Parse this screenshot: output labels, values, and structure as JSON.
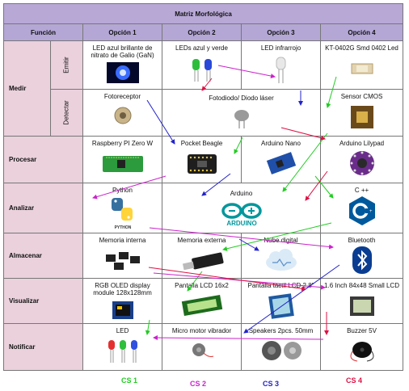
{
  "title": "Matriz Morfológica",
  "headers": [
    "Función",
    "Opción 1",
    "Opción 2",
    "Opción 3",
    "Opción 4"
  ],
  "rows": {
    "medir": "Medir",
    "emitir": "Emitir",
    "detectar": "Detectar",
    "procesar": "Procesar",
    "analizar": "Analizar",
    "almacenar": "Almacenar",
    "visualizar": "Visualizar",
    "notificar": "Notificar"
  },
  "cells": {
    "emitir_1": "LED azul brillante de nitrato de Galio (GaN)",
    "emitir_2": "LEDs azul y verde",
    "emitir_3": "LED infrarrojo",
    "emitir_4": "KT-0402G Smd 0402 Led",
    "detectar_1": "Fotoreceptor",
    "detectar_23": "Fotodiodo/ Diodo láser",
    "detectar_4": "Sensor CMOS",
    "procesar_1": "Raspberry PI Zero W",
    "procesar_2": "Pocket Beagle",
    "procesar_3": "Arduino Nano",
    "procesar_4": "Arduino Lilypad",
    "analizar_1": "Python",
    "analizar_23": "Arduino",
    "analizar_4": "C ++",
    "almacenar_1": "Memoria interna",
    "almacenar_2": "Memoria externa",
    "almacenar_3": "Nube digital",
    "almacenar_4": "Bluetooth",
    "visualizar_1": "RGB OLED display module 128x128mm",
    "visualizar_2": "Pantalla LCD 16x2",
    "visualizar_3": "Pantalla tactil LCD 2.8\"",
    "visualizar_4": "1.6 Inch 84x48 Small LCD",
    "notificar_1": "LED",
    "notificar_2": "Micro motor vibrador",
    "notificar_3": "Speakers 2pcs. 50mm",
    "notificar_4": "Buzzer 5V"
  },
  "image_text": {
    "python_logo": "PYTHON",
    "arduino_logo": "ARDUINO"
  },
  "legend": [
    {
      "label": "CS 1",
      "color": "#22cc22"
    },
    {
      "label": "CS 2",
      "color": "#cc22cc"
    },
    {
      "label": "CS 3",
      "color": "#2222cc"
    },
    {
      "label": "CS 4",
      "color": "#dd1144"
    }
  ],
  "colors": {
    "title_bg": "#b7a8d6",
    "header_bg": "#b4a7d6",
    "label_bg": "#ead1dc",
    "cs1": "#22cc22",
    "cs2": "#cc22cc",
    "cs3": "#2222cc",
    "cs4": "#dd1144"
  }
}
